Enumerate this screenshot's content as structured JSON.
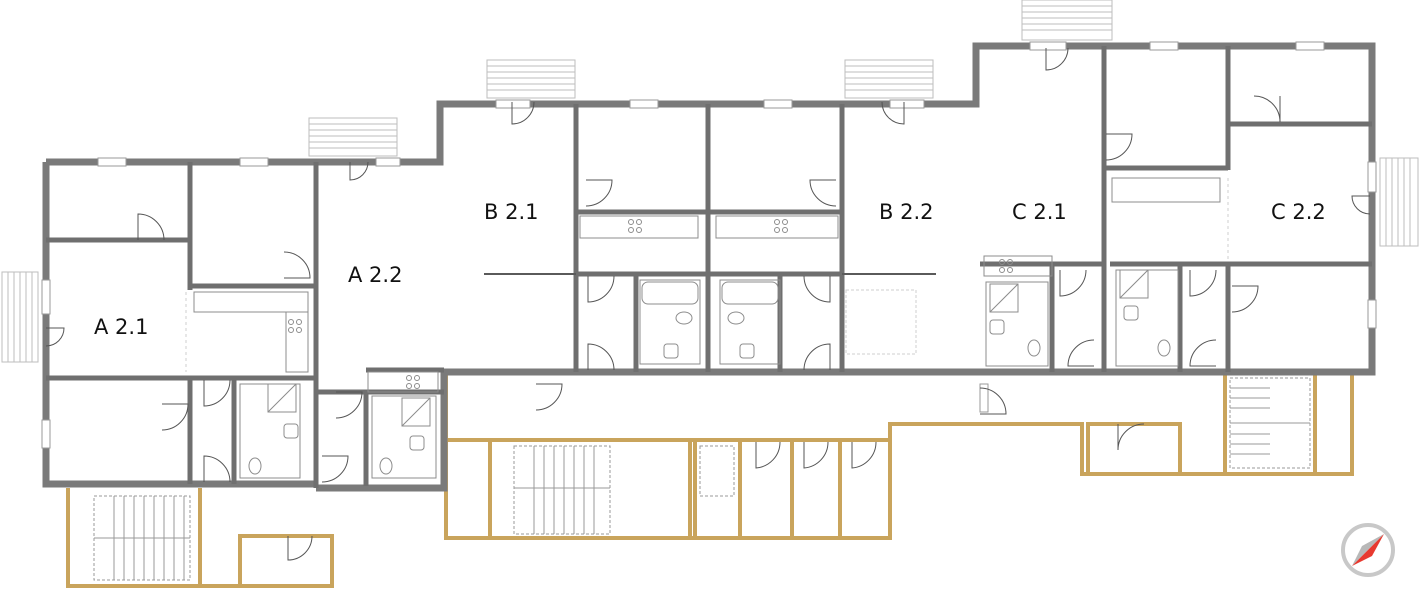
{
  "plan": {
    "units": [
      {
        "id": "a21",
        "label": "A 2.1"
      },
      {
        "id": "a22",
        "label": "A 2.2"
      },
      {
        "id": "b21",
        "label": "B 2.1"
      },
      {
        "id": "b22",
        "label": "B 2.2"
      },
      {
        "id": "c21",
        "label": "C 2.1"
      },
      {
        "id": "c22",
        "label": "C 2.2"
      }
    ]
  },
  "colors": {
    "wall": "#6f6f6f",
    "outer_wall": "#8a8a8a",
    "shared_wall": "#c9a45c",
    "thin_line": "#9a9a9a",
    "fixture": "#8c8c8c",
    "balcony": "#bdbdbd",
    "compass_needle": "#e8392f",
    "compass_ring": "#c8c8c8"
  },
  "icons": {
    "compass": "north-arrow-icon"
  }
}
